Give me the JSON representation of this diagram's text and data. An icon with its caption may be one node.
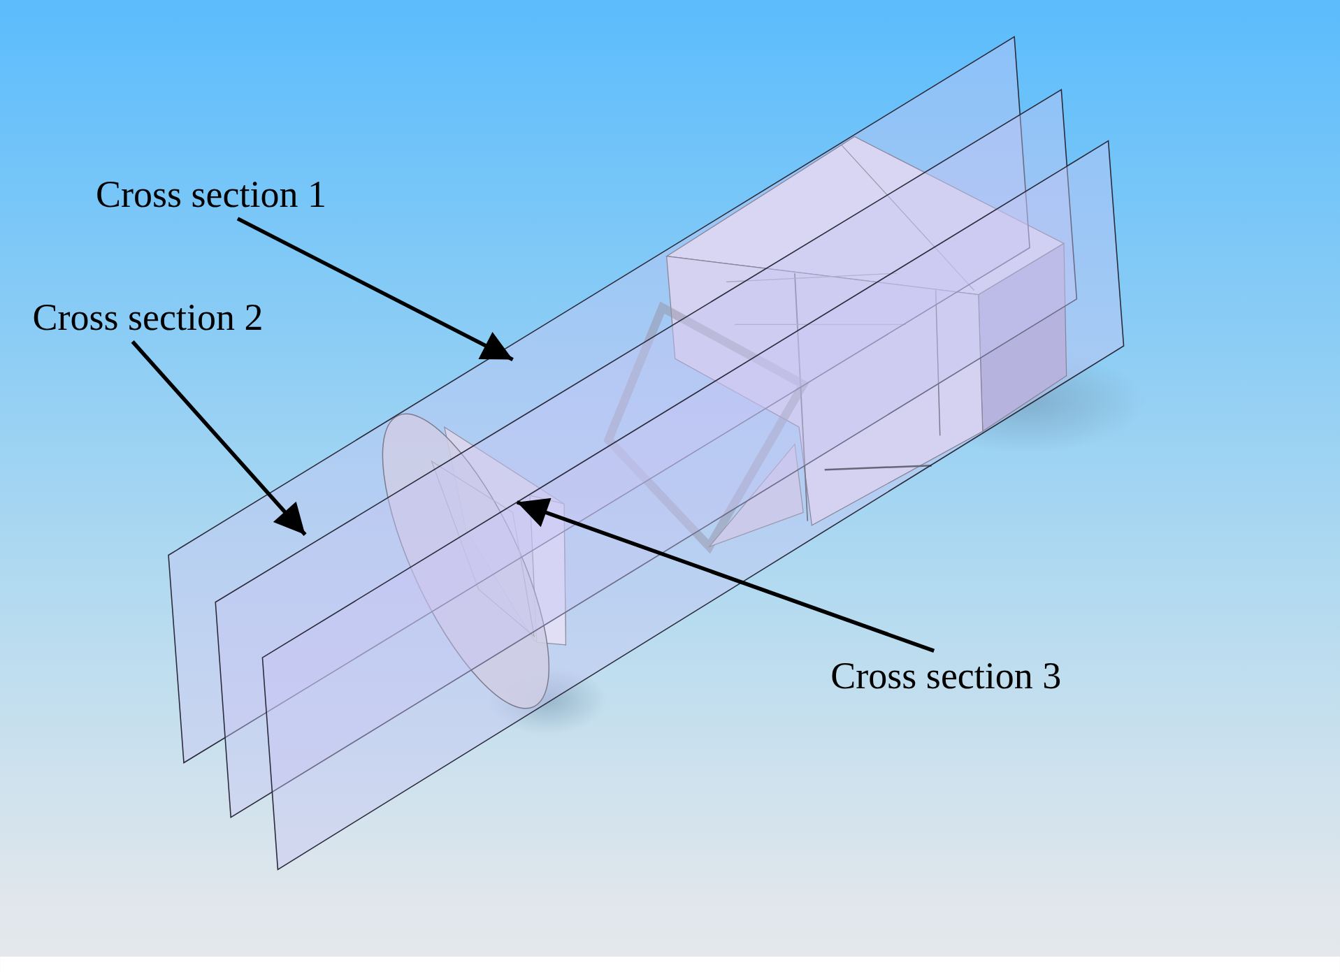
{
  "diagram": {
    "nodes": [
      {
        "text": [
          "Cross section 1"
        ]
      },
      {
        "text": [
          "Cross section 2"
        ]
      },
      {
        "text": [
          "Cross section 3"
        ]
      },
      {
        "text": [],
        "shape": "picture"
      },
      {
        "text": [],
        "shape": "picture"
      },
      {
        "text": [],
        "shape": "picture"
      }
    ],
    "edges": [
      {
        "from": 0,
        "to": 3,
        "arrow": "to"
      },
      {
        "from": 1,
        "to": 4,
        "arrow": "to"
      },
      {
        "from": 2,
        "to": 5,
        "arrow": "to"
      }
    ]
  }
}
